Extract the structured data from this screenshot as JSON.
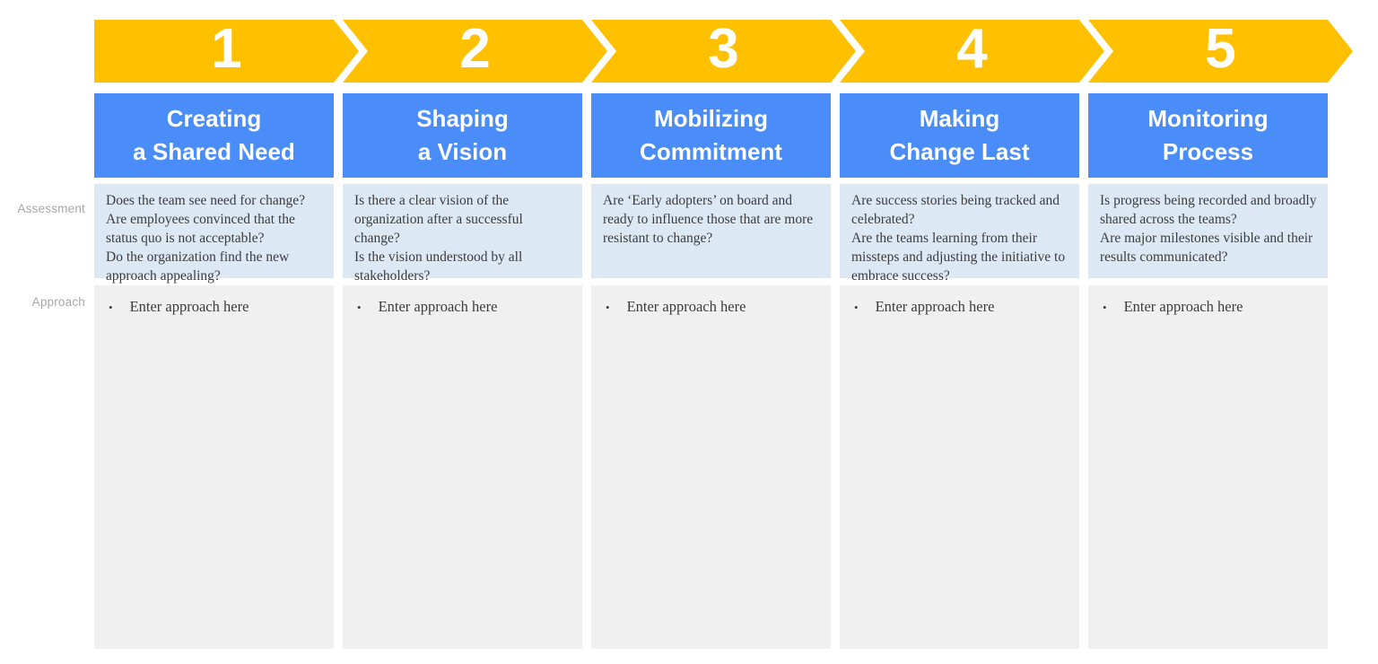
{
  "row_labels": {
    "assessment": "Assessment",
    "approach": "Approach"
  },
  "glyphs": {
    "bullet": "•"
  },
  "colors": {
    "chevron_gold": "#FFC000",
    "header_blue": "#4A8DF8",
    "assessment_bg": "#DCE9F5",
    "approach_bg": "#F0F0F0",
    "label_gray": "#A7A7A7",
    "body_text": "#3C3C3C"
  },
  "steps": [
    {
      "number": "1",
      "title_line1": "Creating",
      "title_line2": "a Shared Need",
      "assessment": [
        "Does the team see need for change?",
        "Are employees convinced that the status quo is not acceptable?",
        "Do the organization find the new approach appealing?"
      ],
      "approach": [
        "Enter approach here"
      ]
    },
    {
      "number": "2",
      "title_line1": "Shaping",
      "title_line2": "a Vision",
      "assessment": [
        "Is there a clear vision of the organization after a successful change?",
        "Is the vision understood by all stakeholders?"
      ],
      "approach": [
        "Enter approach here"
      ]
    },
    {
      "number": "3",
      "title_line1": "Mobilizing",
      "title_line2": "Commitment",
      "assessment": [
        "Are ‘Early adopters’ on board and ready to influence those that are more resistant to change?"
      ],
      "approach": [
        "Enter approach here"
      ]
    },
    {
      "number": "4",
      "title_line1": "Making",
      "title_line2": "Change Last",
      "assessment": [
        "Are success stories being tracked and celebrated?",
        "Are the teams learning from their missteps and adjusting the initiative to embrace success?"
      ],
      "approach": [
        "Enter approach here"
      ]
    },
    {
      "number": "5",
      "title_line1": "Monitoring",
      "title_line2": "Process",
      "assessment": [
        "Is progress being recorded and broadly shared across the teams?",
        "Are major milestones visible and their results communicated?"
      ],
      "approach": [
        "Enter approach here"
      ]
    }
  ]
}
